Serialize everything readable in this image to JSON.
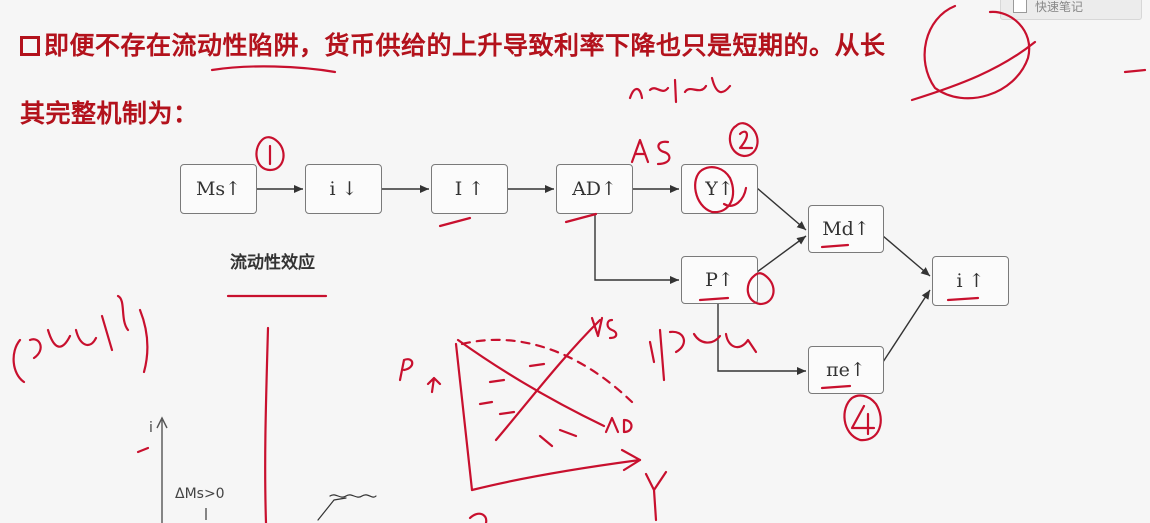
{
  "text": {
    "line1": "即便不存在流动性陷阱，货币供给的上升导致利率下降也只是短期的。从长",
    "line2": "其完整机制为："
  },
  "note_widget": {
    "label": "快速笔记",
    "icon": "note-checkbox-icon"
  },
  "flow": {
    "nodes": {
      "ms": "Ms↑",
      "i1": "i ↓",
      "inv": "I ↑",
      "ad": "AD↑",
      "y": "Y↑",
      "p": "P↑",
      "md": "Md↑",
      "pie": "πe↑",
      "i2": "i ↑"
    },
    "caption": "流动性效应"
  },
  "mini_chart": {
    "axis_label": "i",
    "annotation": "ΔMs>0"
  },
  "colors": {
    "accent_red": "#b3121c",
    "ink": "#c8102e",
    "node_border": "#7a7a7a",
    "background": "#f6f6f6"
  }
}
